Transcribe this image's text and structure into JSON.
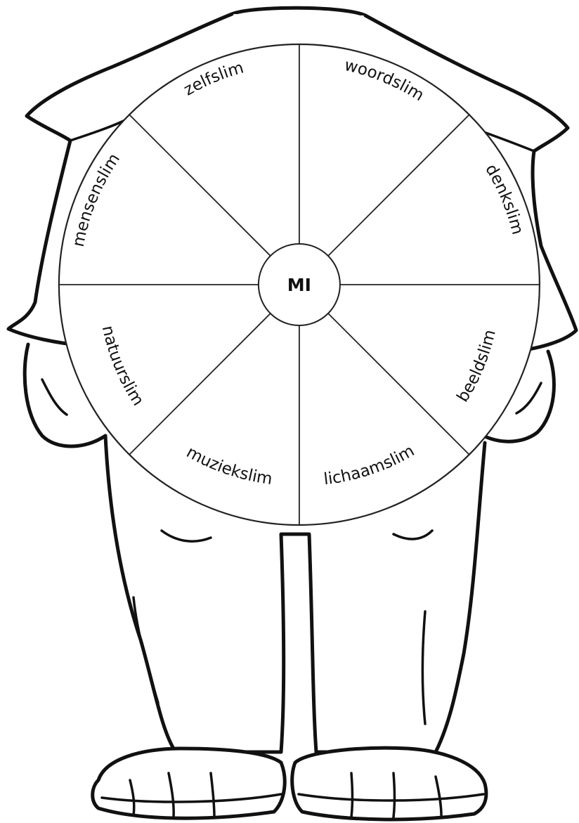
{
  "wheel": {
    "center_label": "MI",
    "segments": [
      {
        "label": "woordslim"
      },
      {
        "label": "denkslim"
      },
      {
        "label": "beeldslim"
      },
      {
        "label": "lichaamslim"
      },
      {
        "label": "muziekslim"
      },
      {
        "label": "natuurslim"
      },
      {
        "label": "mensenslim"
      },
      {
        "label": "zelfslim"
      }
    ]
  },
  "colors": {
    "line": "#111111",
    "background": "#ffffff"
  },
  "illustration": {
    "subject": "figure-outline-tshirt-pants-sandals"
  }
}
